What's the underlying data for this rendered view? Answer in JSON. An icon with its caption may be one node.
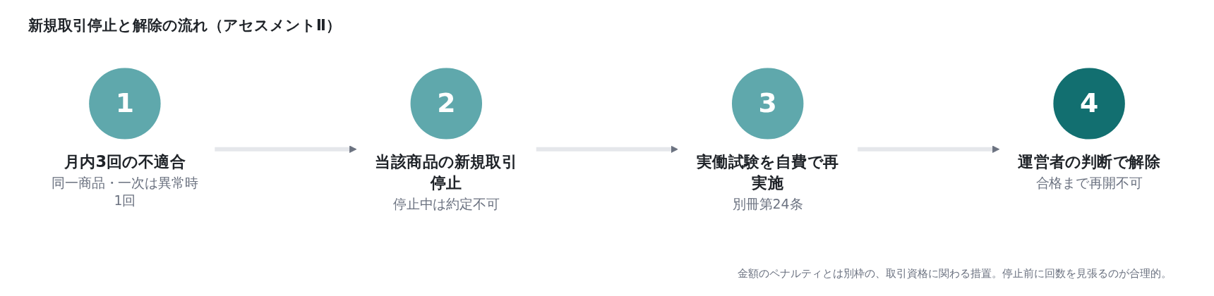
{
  "diagram": {
    "title": "新規取引停止と解除の流れ（アセスメントⅡ）",
    "nodes": [
      {
        "text": [
          "1",
          "月内3回の不適合",
          "同一商品・一次は異常時1回"
        ]
      },
      {
        "text": [
          "2",
          "当該商品の新規取引停止",
          "停止中は約定不可"
        ]
      },
      {
        "text": [
          "3",
          "実働試験を自費で再実施",
          "別冊第24条"
        ]
      },
      {
        "text": [
          "4",
          "運営者の判断で解除",
          "合格まで再開不可"
        ]
      }
    ],
    "edges": [
      {
        "from": 0,
        "to": 1,
        "arrow": "to"
      },
      {
        "from": 1,
        "to": 2,
        "arrow": "to"
      },
      {
        "from": 2,
        "to": 3,
        "arrow": "to"
      }
    ],
    "caption": "金額のペナルティとは別枠の、取引資格に関わる措置。停止前に回数を見張るのが合理的。"
  }
}
